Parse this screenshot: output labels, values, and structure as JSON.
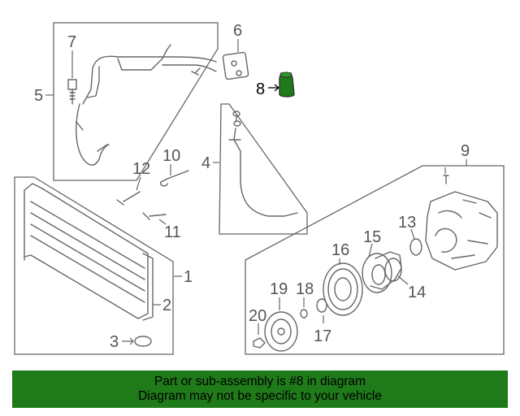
{
  "diagram": {
    "highlight_color": "#1f7a1a",
    "highlighted_part": "8",
    "callouts": {
      "p1": "1",
      "p2": "2",
      "p3": "3",
      "p4": "4",
      "p5": "5",
      "p6": "6",
      "p7": "7",
      "p8": "8",
      "p9": "9",
      "p10": "10",
      "p11": "11",
      "p12": "12",
      "p13": "13",
      "p14": "14",
      "p15": "15",
      "p16": "16",
      "p17": "17",
      "p18": "18",
      "p19": "19",
      "p20": "20"
    }
  },
  "banner": {
    "line1": "Part or sub-assembly is #8 in diagram",
    "line2": "Diagram may not be specific to your vehicle",
    "background": "#1f7a1a"
  }
}
